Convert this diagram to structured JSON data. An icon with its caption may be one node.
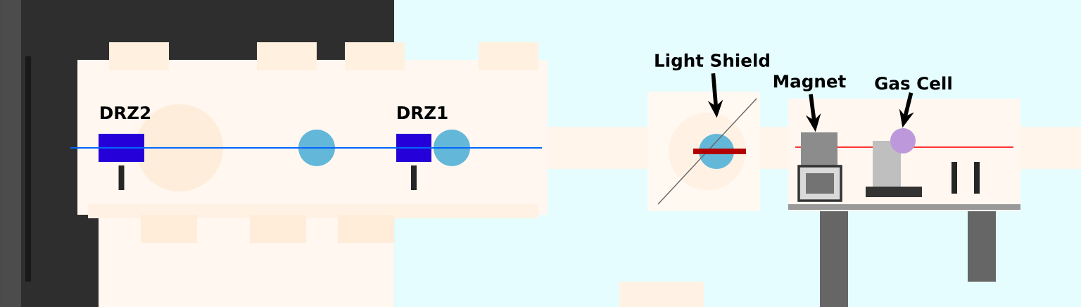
{
  "diagram": {
    "nodes": [
      {
        "text": [
          "Light Shield"
        ]
      },
      {
        "text": [
          "Magnet"
        ]
      },
      {
        "text": [
          "Gas Cell"
        ]
      },
      {
        "text": [],
        "shape": "picture"
      },
      {
        "text": [],
        "shape": "picture"
      },
      {
        "text": [],
        "shape": "picture"
      }
    ],
    "edges": [
      {
        "from": 0,
        "to": 3,
        "arrow": "to"
      },
      {
        "from": 1,
        "to": 4,
        "arrow": "to"
      },
      {
        "from": 2,
        "to": 5,
        "arrow": "to"
      }
    ],
    "labels": [
      "DRZ2",
      "DRZ1"
    ]
  }
}
